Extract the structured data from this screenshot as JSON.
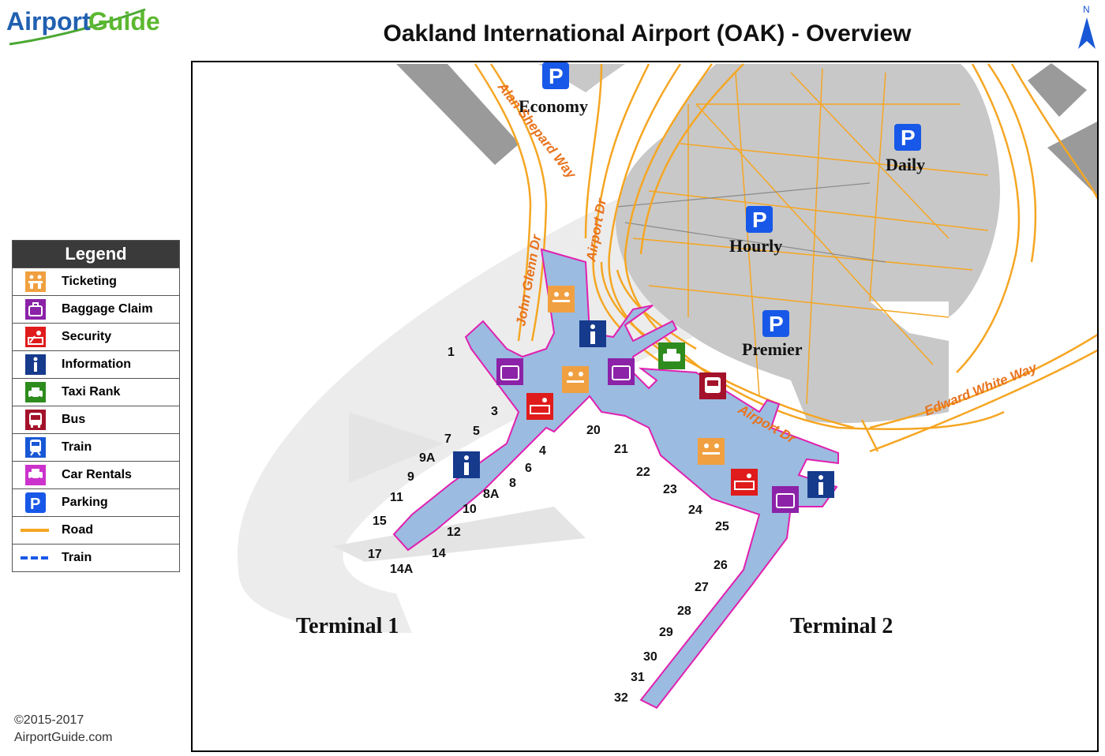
{
  "header": {
    "logo_text_a": "Airp",
    "logo_text_b": "rt",
    "logo_text_c": "Guide",
    "title": "Oakland International Airport (OAK) - Overview",
    "north_label": "N"
  },
  "legend": {
    "title": "Legend",
    "items": [
      {
        "label": "Ticketing",
        "icon": "ticketing-icon",
        "color": "#f0a040"
      },
      {
        "label": "Baggage Claim",
        "icon": "baggage-icon",
        "color": "#8b22a8"
      },
      {
        "label": "Security",
        "icon": "security-icon",
        "color": "#e01b1b"
      },
      {
        "label": "Information",
        "icon": "information-icon",
        "color": "#163a8c"
      },
      {
        "label": "Taxi Rank",
        "icon": "taxi-icon",
        "color": "#2e8b1e"
      },
      {
        "label": "Bus",
        "icon": "bus-icon",
        "color": "#a3122a"
      },
      {
        "label": "Train",
        "icon": "train-icon",
        "color": "#1858d6"
      },
      {
        "label": "Car Rentals",
        "icon": "car-rental-icon",
        "color": "#cc33cc"
      },
      {
        "label": "Parking",
        "icon": "parking-icon",
        "color": "#1858e8"
      },
      {
        "label": "Road",
        "icon": "road-line-icon",
        "color": "#f5a623"
      },
      {
        "label": "Train",
        "icon": "train-line-icon",
        "color": "#1858e8"
      }
    ]
  },
  "footer": {
    "copyright_line1": "©2015-2017",
    "copyright_line2": "AirportGuide.com"
  },
  "map": {
    "parking": {
      "economy": "Economy",
      "daily": "Daily",
      "hourly": "Hourly",
      "premier": "Premier",
      "parking_letter": "P"
    },
    "roads": {
      "alan_shepard": "Alan Shepard Way",
      "airport_dr_1": "Airport Dr",
      "john_glenn": "John Glenn Dr",
      "airport_dr_2": "Airport Dr",
      "edward_white": "Edward White Way"
    },
    "terminals": {
      "t1": "Terminal 1",
      "t2": "Terminal 2"
    },
    "gates": [
      "1",
      "3",
      "5",
      "7",
      "9A",
      "9",
      "11",
      "15",
      "17",
      "14A",
      "14",
      "12",
      "10",
      "8A",
      "8",
      "6",
      "4",
      "20",
      "21",
      "22",
      "23",
      "24",
      "25",
      "26",
      "27",
      "28",
      "29",
      "30",
      "31",
      "32"
    ],
    "colors": {
      "road": "#f5a623",
      "terminal_fill": "#9bbbe0",
      "terminal_outline": "#e020b0",
      "lot_fill": "#c8c8c8",
      "building": "#9a9a9a",
      "runway_shadow": "#e6e6e6"
    }
  }
}
